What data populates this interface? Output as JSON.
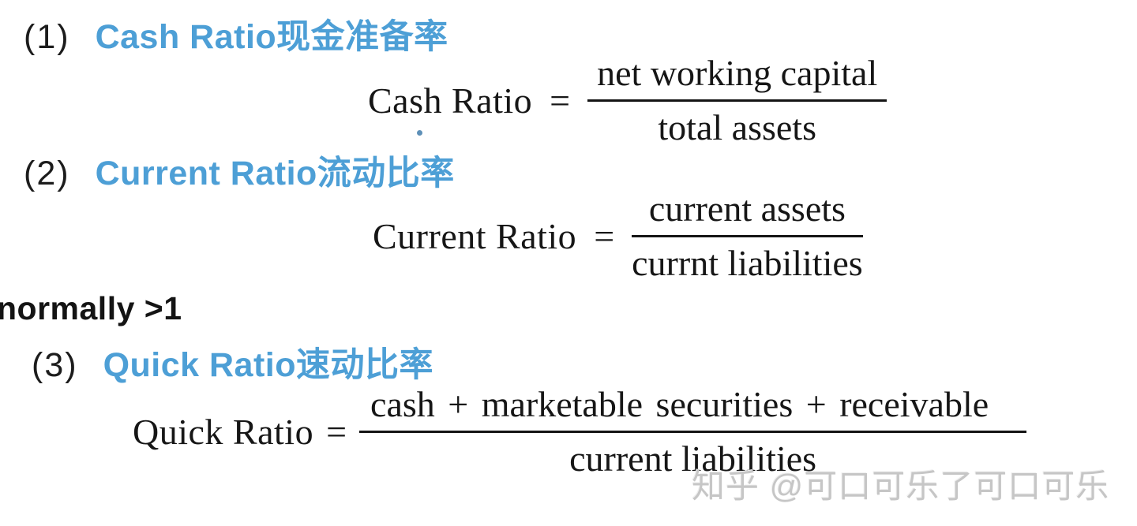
{
  "document": {
    "background": "#ffffff",
    "text_color": "#161616",
    "accent_blue": "#4d9fd6",
    "sections": [
      {
        "index": "(1)",
        "title": "Cash Ratio现金准备率",
        "formula": {
          "lhs": "Cash Ratio",
          "eq": "=",
          "numerator": "net working capital",
          "denominator": "total assets"
        }
      },
      {
        "index": "(2)",
        "title": "Current Ratio流动比率",
        "formula": {
          "lhs": "Current Ratio",
          "eq": "=",
          "numerator": "current assets",
          "denominator": "currnt liabilities"
        }
      },
      {
        "index": "(3)",
        "title": "Quick Ratio速动比率",
        "formula": {
          "lhs": "Quick Ratio",
          "eq": "=",
          "numerator": "cash + marketable securities + receivable",
          "denominator": "current liabilities"
        }
      }
    ],
    "note": "normally >1",
    "watermark": {
      "text": "知乎 @可口可乐了可口可乐",
      "color": "#c6c6c6"
    }
  }
}
